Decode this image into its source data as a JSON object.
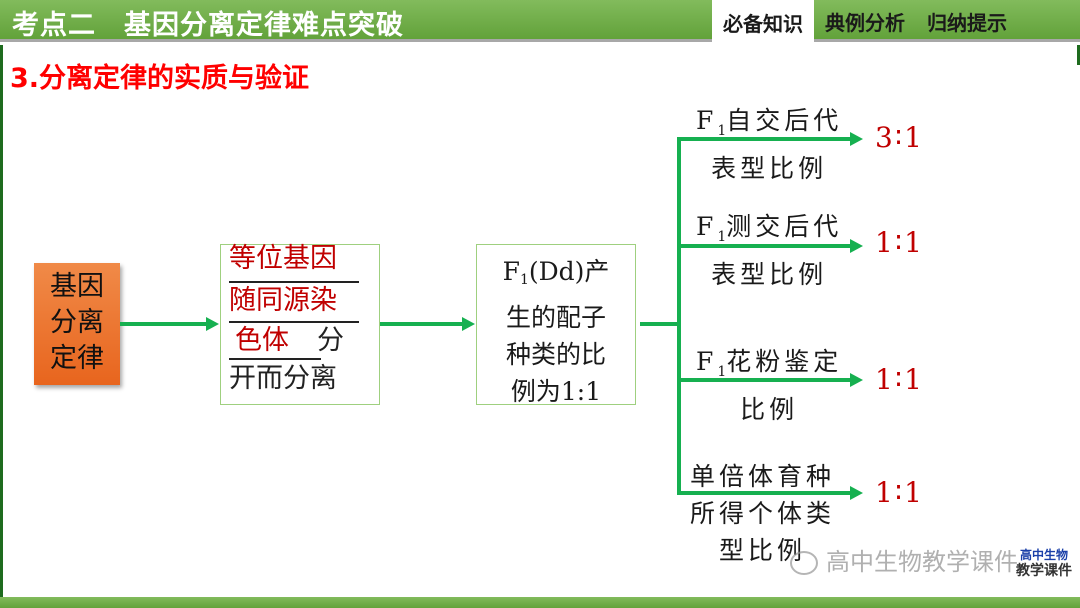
{
  "header": {
    "title": "考点二　基因分离定律难点突破",
    "tabs": [
      {
        "label": "必备知识",
        "active": true
      },
      {
        "label": "典例分析",
        "active": false
      },
      {
        "label": "归纳提示",
        "active": false
      }
    ]
  },
  "section_title": "3.分离定律的实质与验证",
  "diagram": {
    "root": {
      "lines": [
        "基因",
        "分离",
        "定律"
      ]
    },
    "essence_box": {
      "blank1": "等位基因",
      "blank2": "随同源染",
      "blank3": "色体",
      "text_after_blank": "分",
      "line4": "开而分离"
    },
    "gamete_box": {
      "F": "F",
      "sub": "1",
      "line1_rest": "(Dd)产",
      "line2": "生的配子",
      "line3": "种类的比",
      "line4": "例为1:1"
    },
    "branches": [
      {
        "prefix": "F",
        "sub": "1",
        "line1": "自交后代",
        "line2": "表型比例",
        "ratio": "3∶1"
      },
      {
        "prefix": "F",
        "sub": "1",
        "line1": "测交后代",
        "line2": "表型比例",
        "ratio": "1∶1"
      },
      {
        "prefix": "F",
        "sub": "1",
        "line1": "花粉鉴定",
        "line2": "比例",
        "ratio": "1∶1"
      },
      {
        "prefix": "",
        "sub": "",
        "line1": "单倍体育种",
        "line2": "所得个体类",
        "line3": "型比例",
        "ratio": "1∶1"
      }
    ],
    "colors": {
      "arrow": "#16b050",
      "root_fill": "#ec7430",
      "ratio": "#c00000",
      "answer": "#c00000"
    }
  },
  "watermark": {
    "text": "高中生物教学课件",
    "logo_top": "高中生物",
    "logo_main": "教学课件"
  }
}
